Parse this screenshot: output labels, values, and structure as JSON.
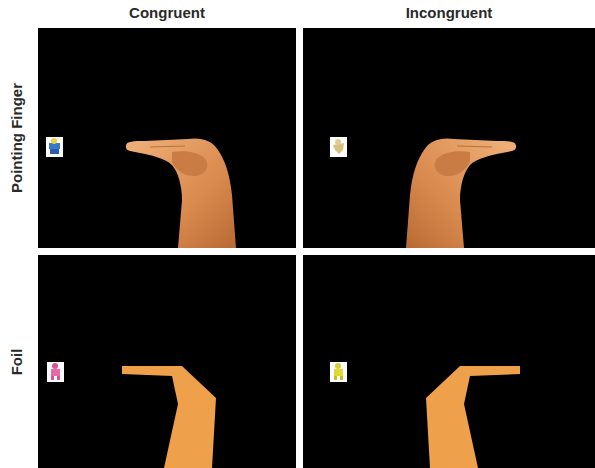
{
  "diagram": {
    "labels": [
      "Congruent",
      "Incongruent",
      "Pointing Finger",
      "Foil"
    ]
  }
}
